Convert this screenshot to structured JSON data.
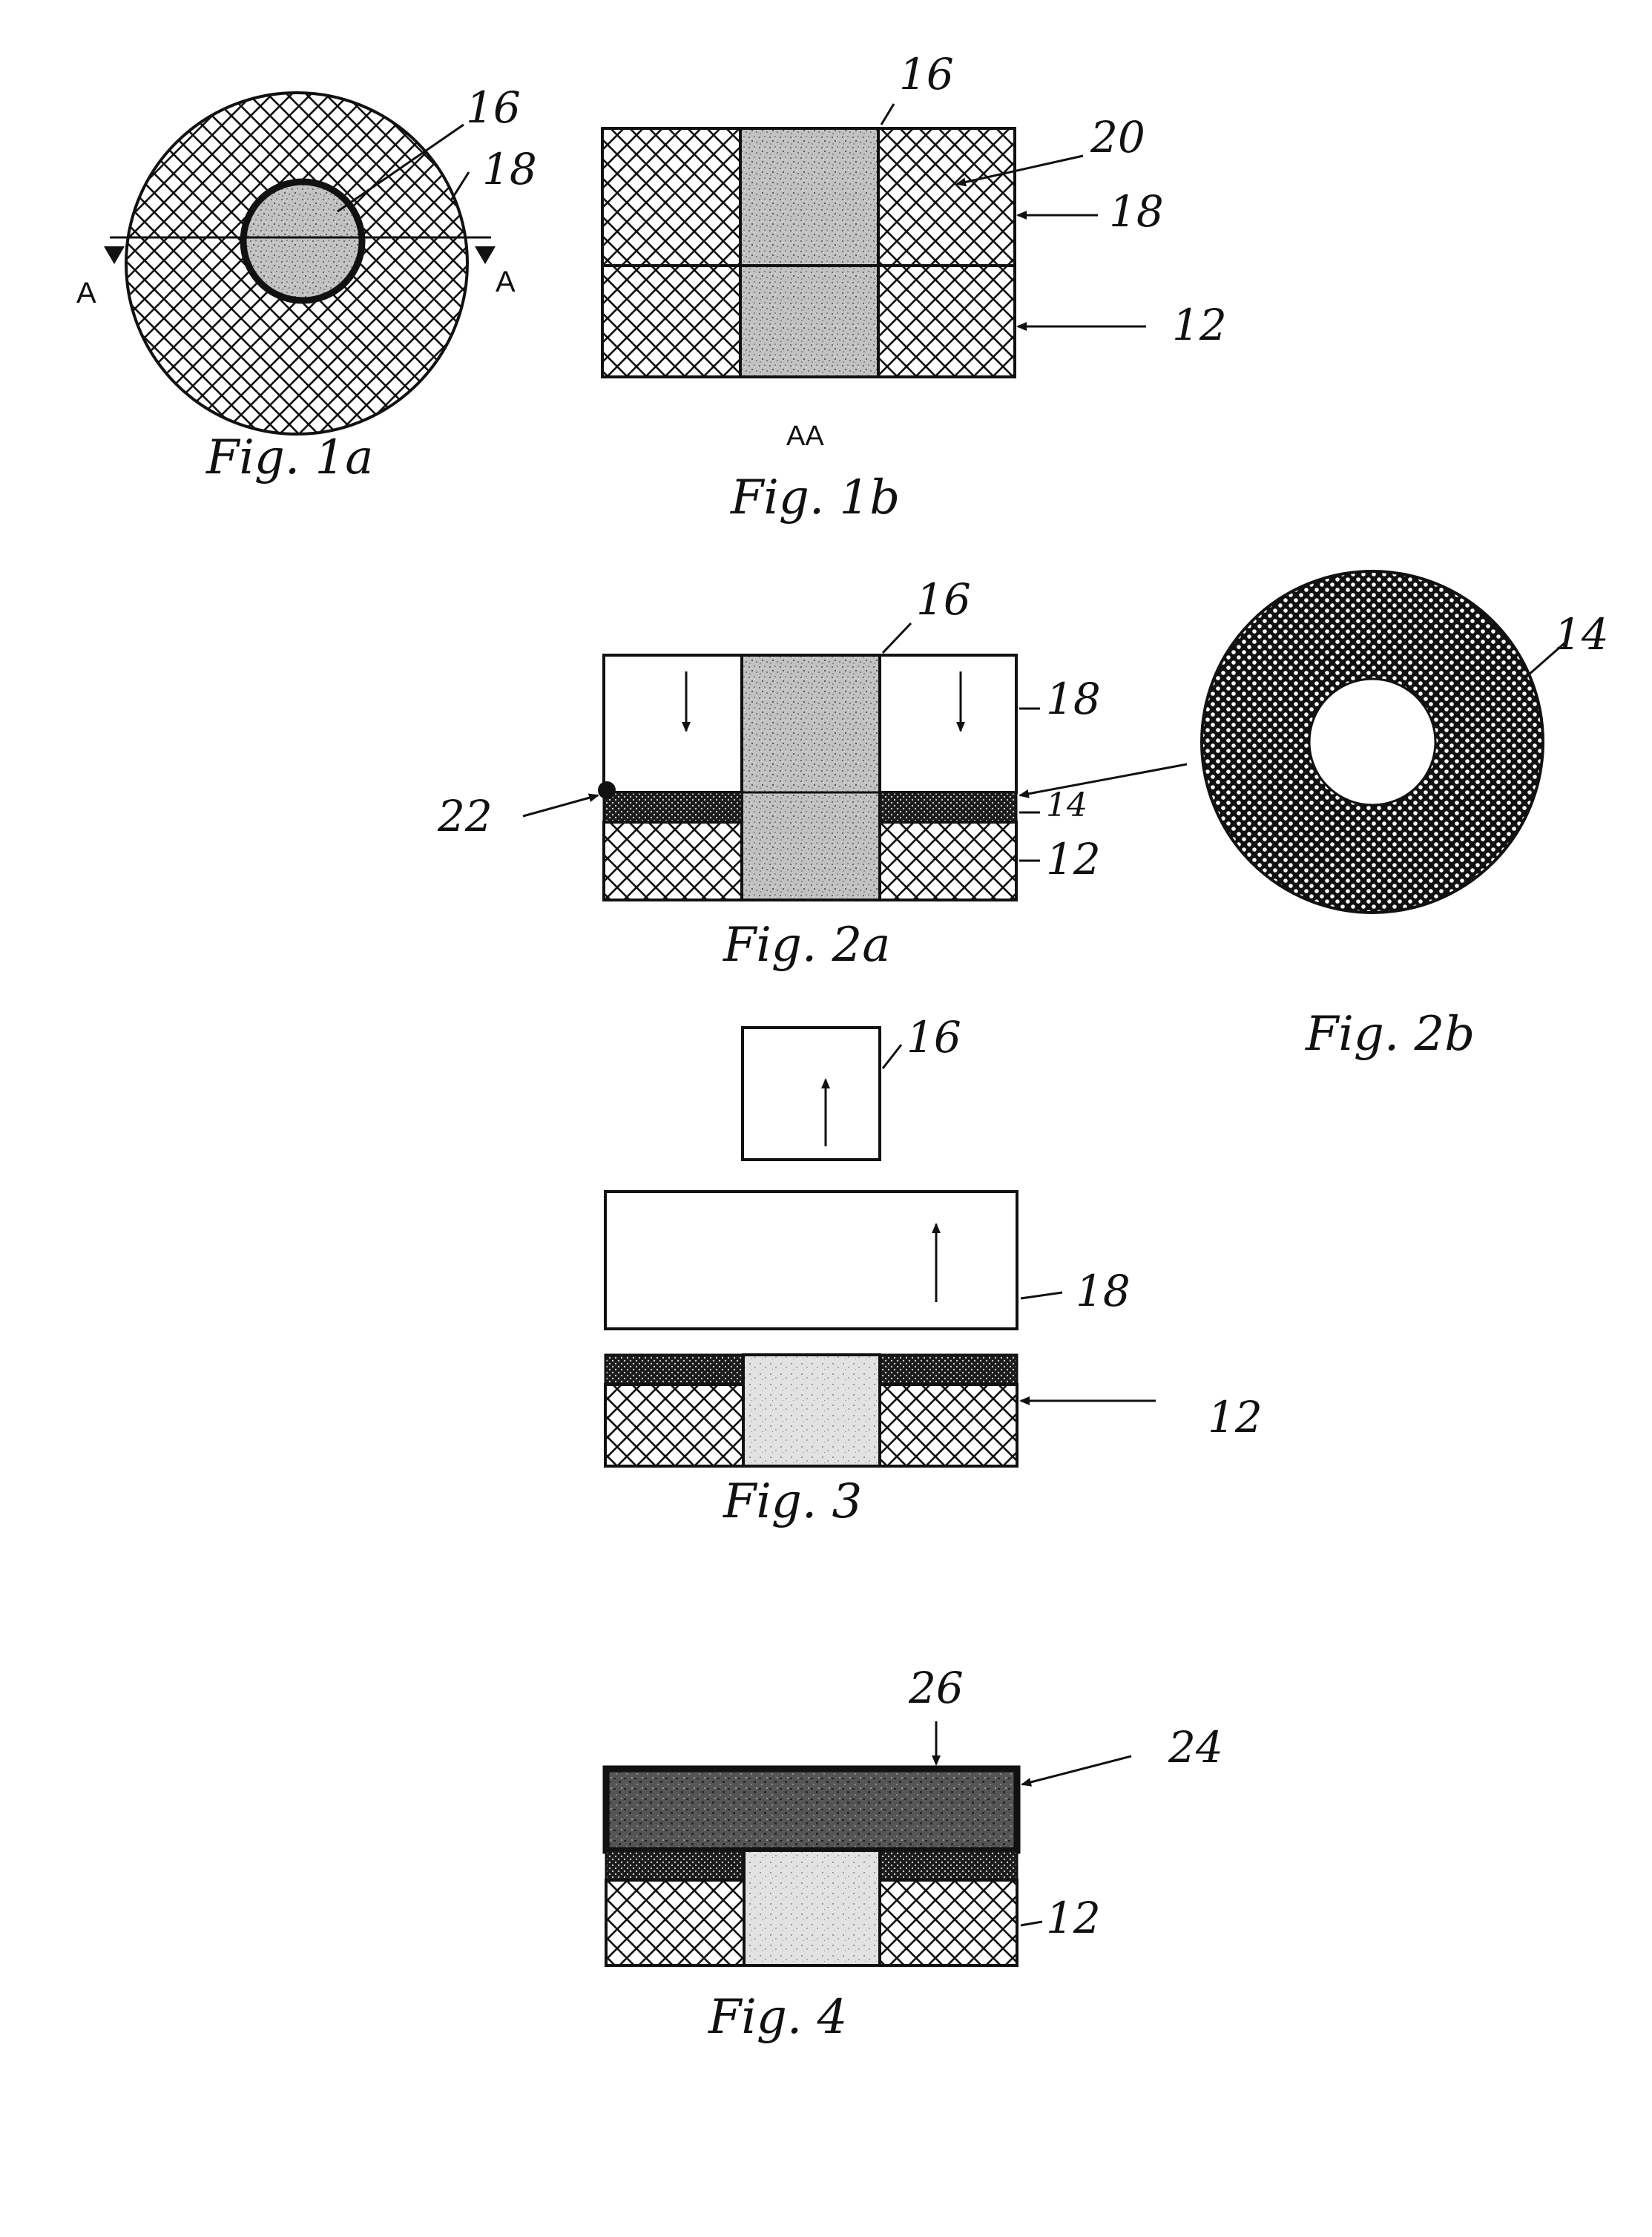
{
  "figures": {
    "fig1a": {
      "caption": "Fig. 1a",
      "section_marks": [
        "A",
        "A"
      ],
      "refs": [
        "16",
        "18"
      ]
    },
    "fig1b": {
      "caption": "Fig. 1b",
      "section_label": "AA",
      "refs": [
        "16",
        "20",
        "18",
        "12"
      ]
    },
    "fig2a": {
      "caption": "Fig. 2a",
      "refs": [
        "16",
        "18",
        "22",
        "14",
        "12"
      ]
    },
    "fig2b": {
      "caption": "Fig. 2b",
      "refs": [
        "14"
      ]
    },
    "fig3": {
      "caption": "Fig. 3",
      "refs": [
        "16",
        "18",
        "12"
      ]
    },
    "fig4": {
      "caption": "Fig. 4",
      "refs": [
        "26",
        "24",
        "12"
      ]
    }
  }
}
